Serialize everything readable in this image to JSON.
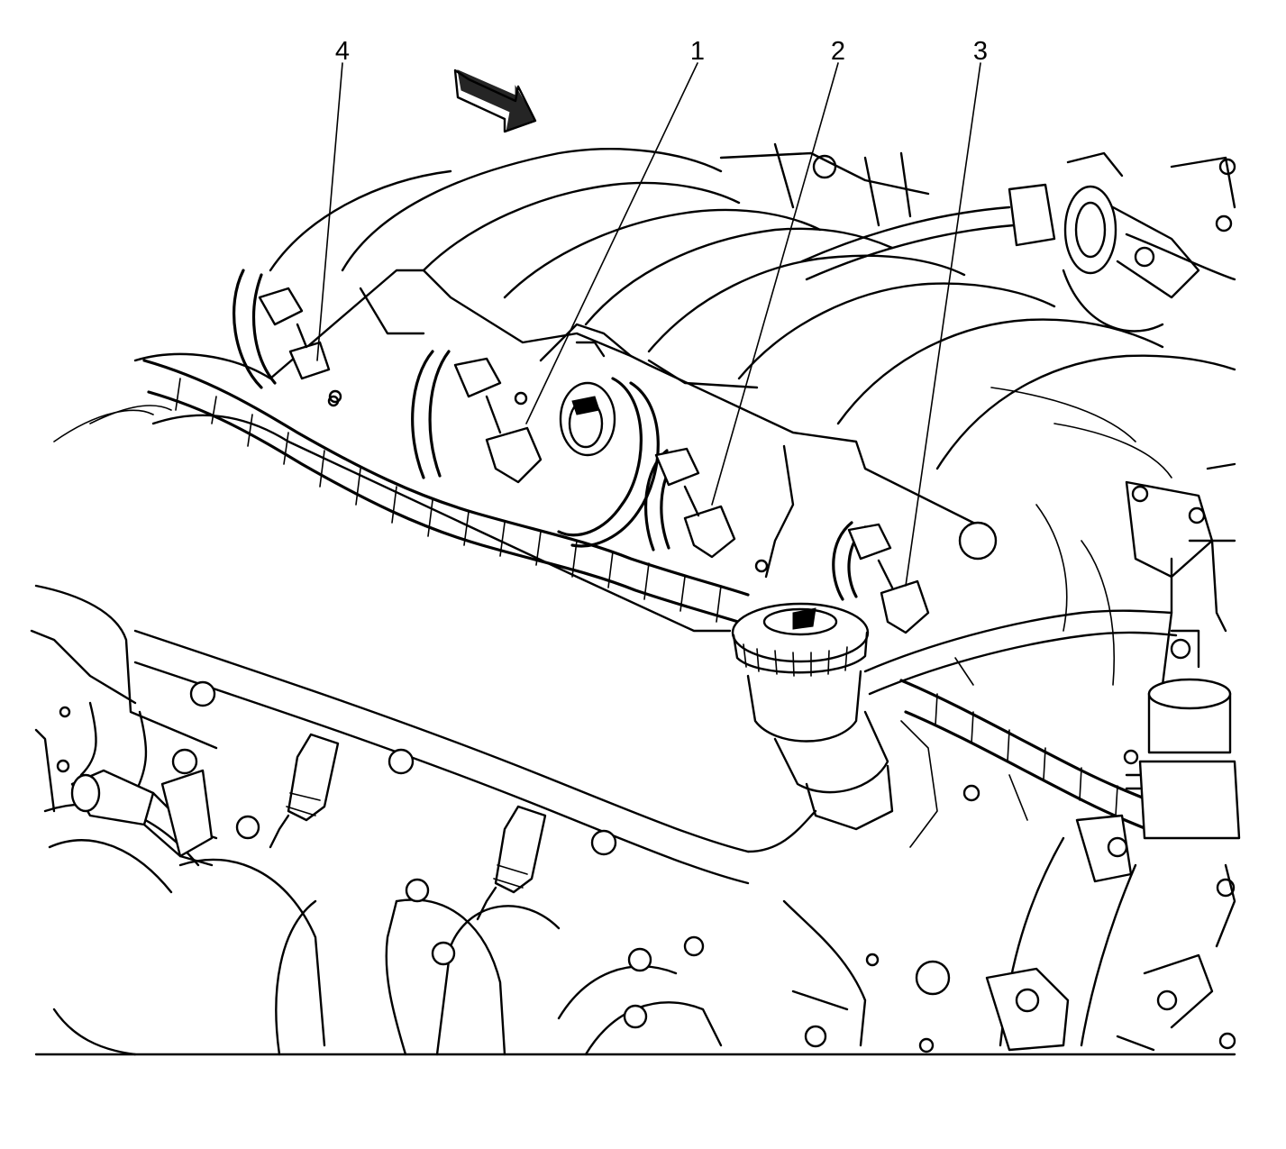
{
  "diagram": {
    "callouts": [
      {
        "id": "c1",
        "label": "1"
      },
      {
        "id": "c2",
        "label": "2"
      },
      {
        "id": "c3",
        "label": "3"
      },
      {
        "id": "c4",
        "label": "4"
      }
    ],
    "direction_arrow": "direction-arrow-icon"
  },
  "colors": {
    "ink": "#000000",
    "paper": "#ffffff"
  }
}
